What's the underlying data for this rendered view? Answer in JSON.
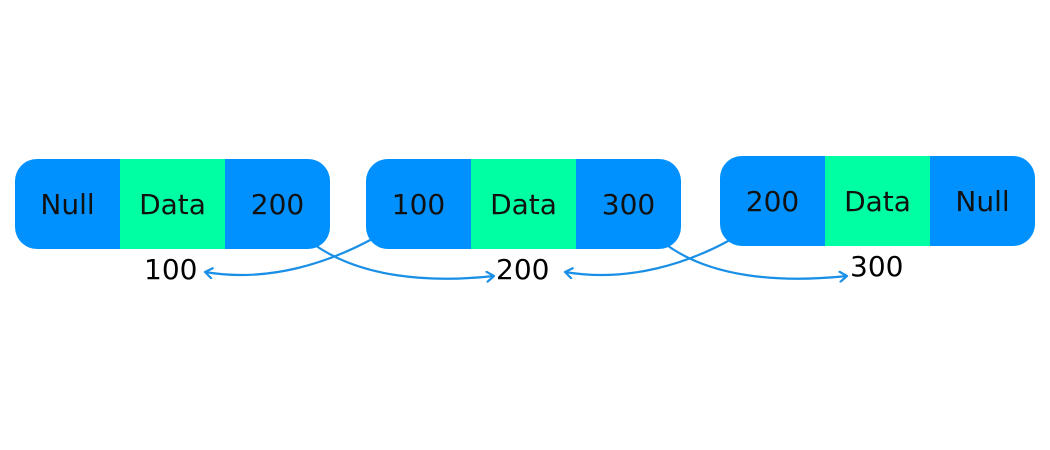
{
  "colors": {
    "pointer_cell": "#0091ff",
    "data_cell": "#00ffa3",
    "arrow": "#1a8fe6",
    "text": "#111111"
  },
  "nodes": [
    {
      "prev": "Null",
      "data": "Data",
      "next": "200",
      "address": "100"
    },
    {
      "prev": "100",
      "data": "Data",
      "next": "300",
      "address": "200"
    },
    {
      "prev": "200",
      "data": "Data",
      "next": "Null",
      "address": "300"
    }
  ]
}
